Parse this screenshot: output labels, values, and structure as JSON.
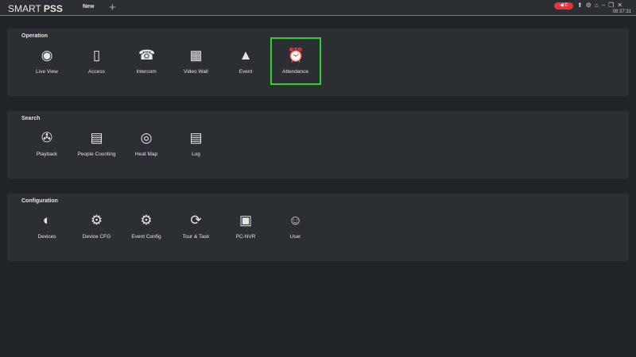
{
  "header": {
    "logo_light": "SMART ",
    "logo_bold": "PSS",
    "tab": "New",
    "add_tab": "+",
    "alarm_count": "0",
    "time": "08:37:31"
  },
  "sections": [
    {
      "title": "Operation",
      "items": [
        {
          "label": "Live View",
          "icon": "◉"
        },
        {
          "label": "Access",
          "icon": "▯"
        },
        {
          "label": "Intercom",
          "icon": "☎"
        },
        {
          "label": "Video Wall",
          "icon": "▦"
        },
        {
          "label": "Event",
          "icon": "▲"
        },
        {
          "label": "Attendance",
          "icon": "⏰"
        }
      ]
    },
    {
      "title": "Search",
      "items": [
        {
          "label": "Playback",
          "icon": "✇"
        },
        {
          "label": "People Counting",
          "icon": "▤"
        },
        {
          "label": "Heat Map",
          "icon": "◎"
        },
        {
          "label": "Log",
          "icon": "▤"
        }
      ]
    },
    {
      "title": "Configuration",
      "items": [
        {
          "label": "Devices",
          "icon": "◐"
        },
        {
          "label": "Device CFG",
          "icon": "⚙"
        },
        {
          "label": "Event Config",
          "icon": "⚙"
        },
        {
          "label": "Tour & Task",
          "icon": "⟳"
        },
        {
          "label": "PC-NVR",
          "icon": "▣"
        },
        {
          "label": "User",
          "icon": "☺"
        }
      ]
    }
  ],
  "colors": {
    "accent": "#1a9ed8",
    "selected": "#2bd42b",
    "alarm": "#e8333d"
  }
}
